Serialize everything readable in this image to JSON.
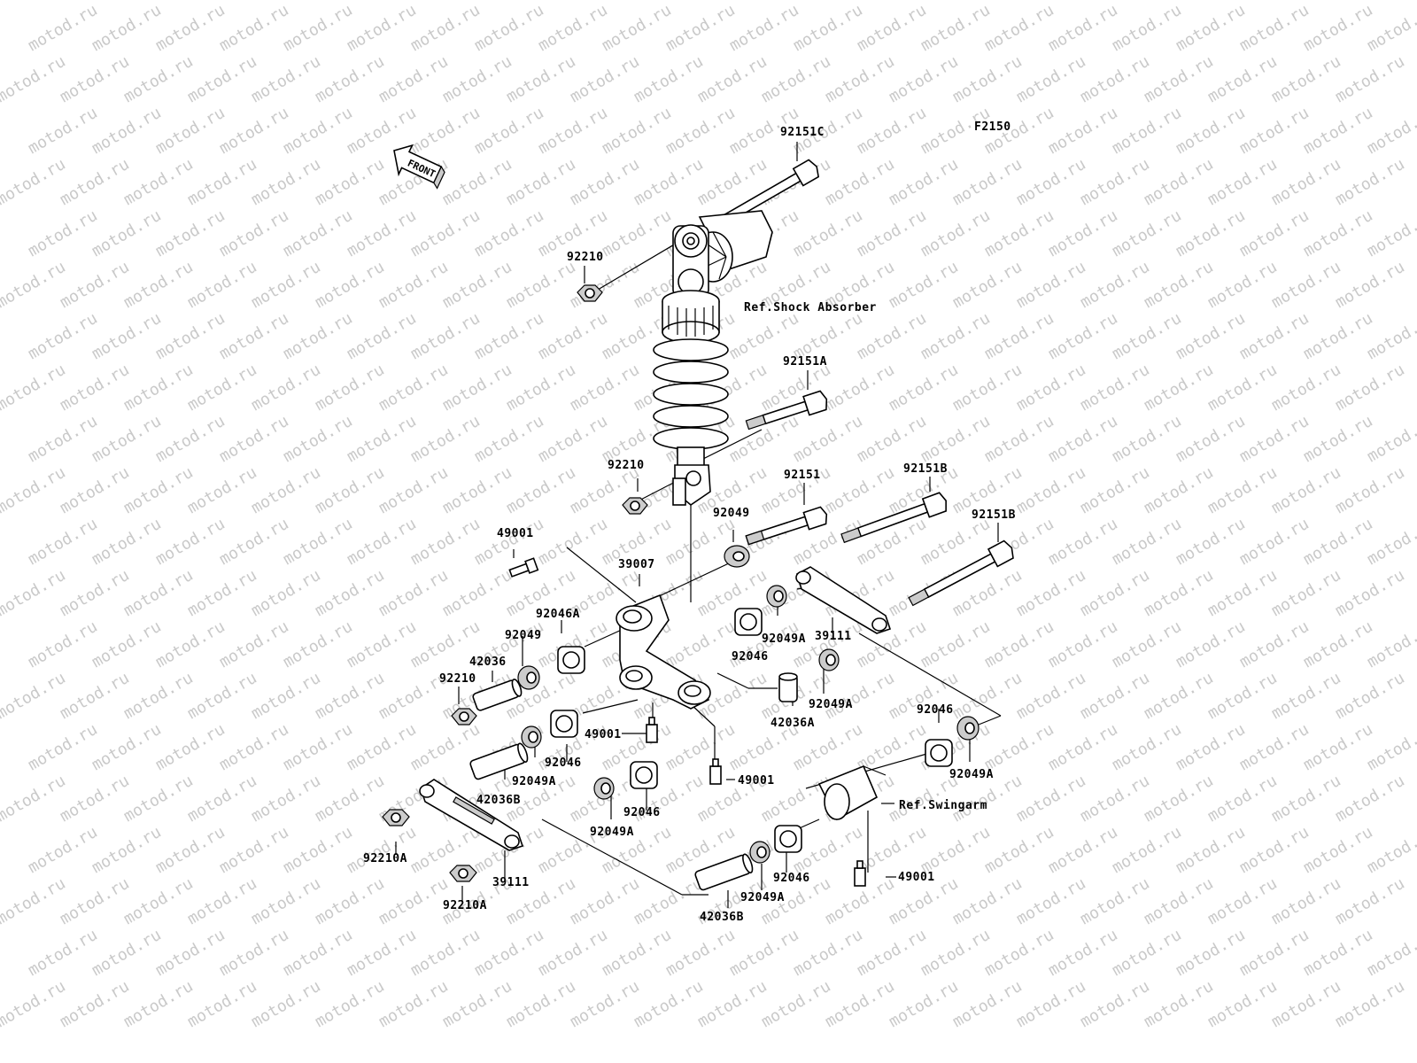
{
  "watermark": "motod.ru",
  "code": "F2150",
  "front_label": "FRONT",
  "refs": {
    "shock": "Ref.Shock Absorber",
    "swingarm": "Ref.Swingarm"
  },
  "labels": [
    "92151C",
    "92210",
    "92151A",
    "92210",
    "92151",
    "92151B",
    "92151B",
    "92049",
    "49001",
    "39007",
    "92046A",
    "92049",
    "42036",
    "92210",
    "92046",
    "92049A",
    "39111",
    "92049A",
    "42036A",
    "49001",
    "92046",
    "92049A",
    "42036B",
    "49001",
    "92046",
    "92049A",
    "92046",
    "92049A",
    "92210A",
    "92210A",
    "39111",
    "92046",
    "49001",
    "92049A",
    "42036B"
  ],
  "colors": {
    "line": "#000000",
    "watermark": "#c9c9c9",
    "background": "#ffffff"
  }
}
